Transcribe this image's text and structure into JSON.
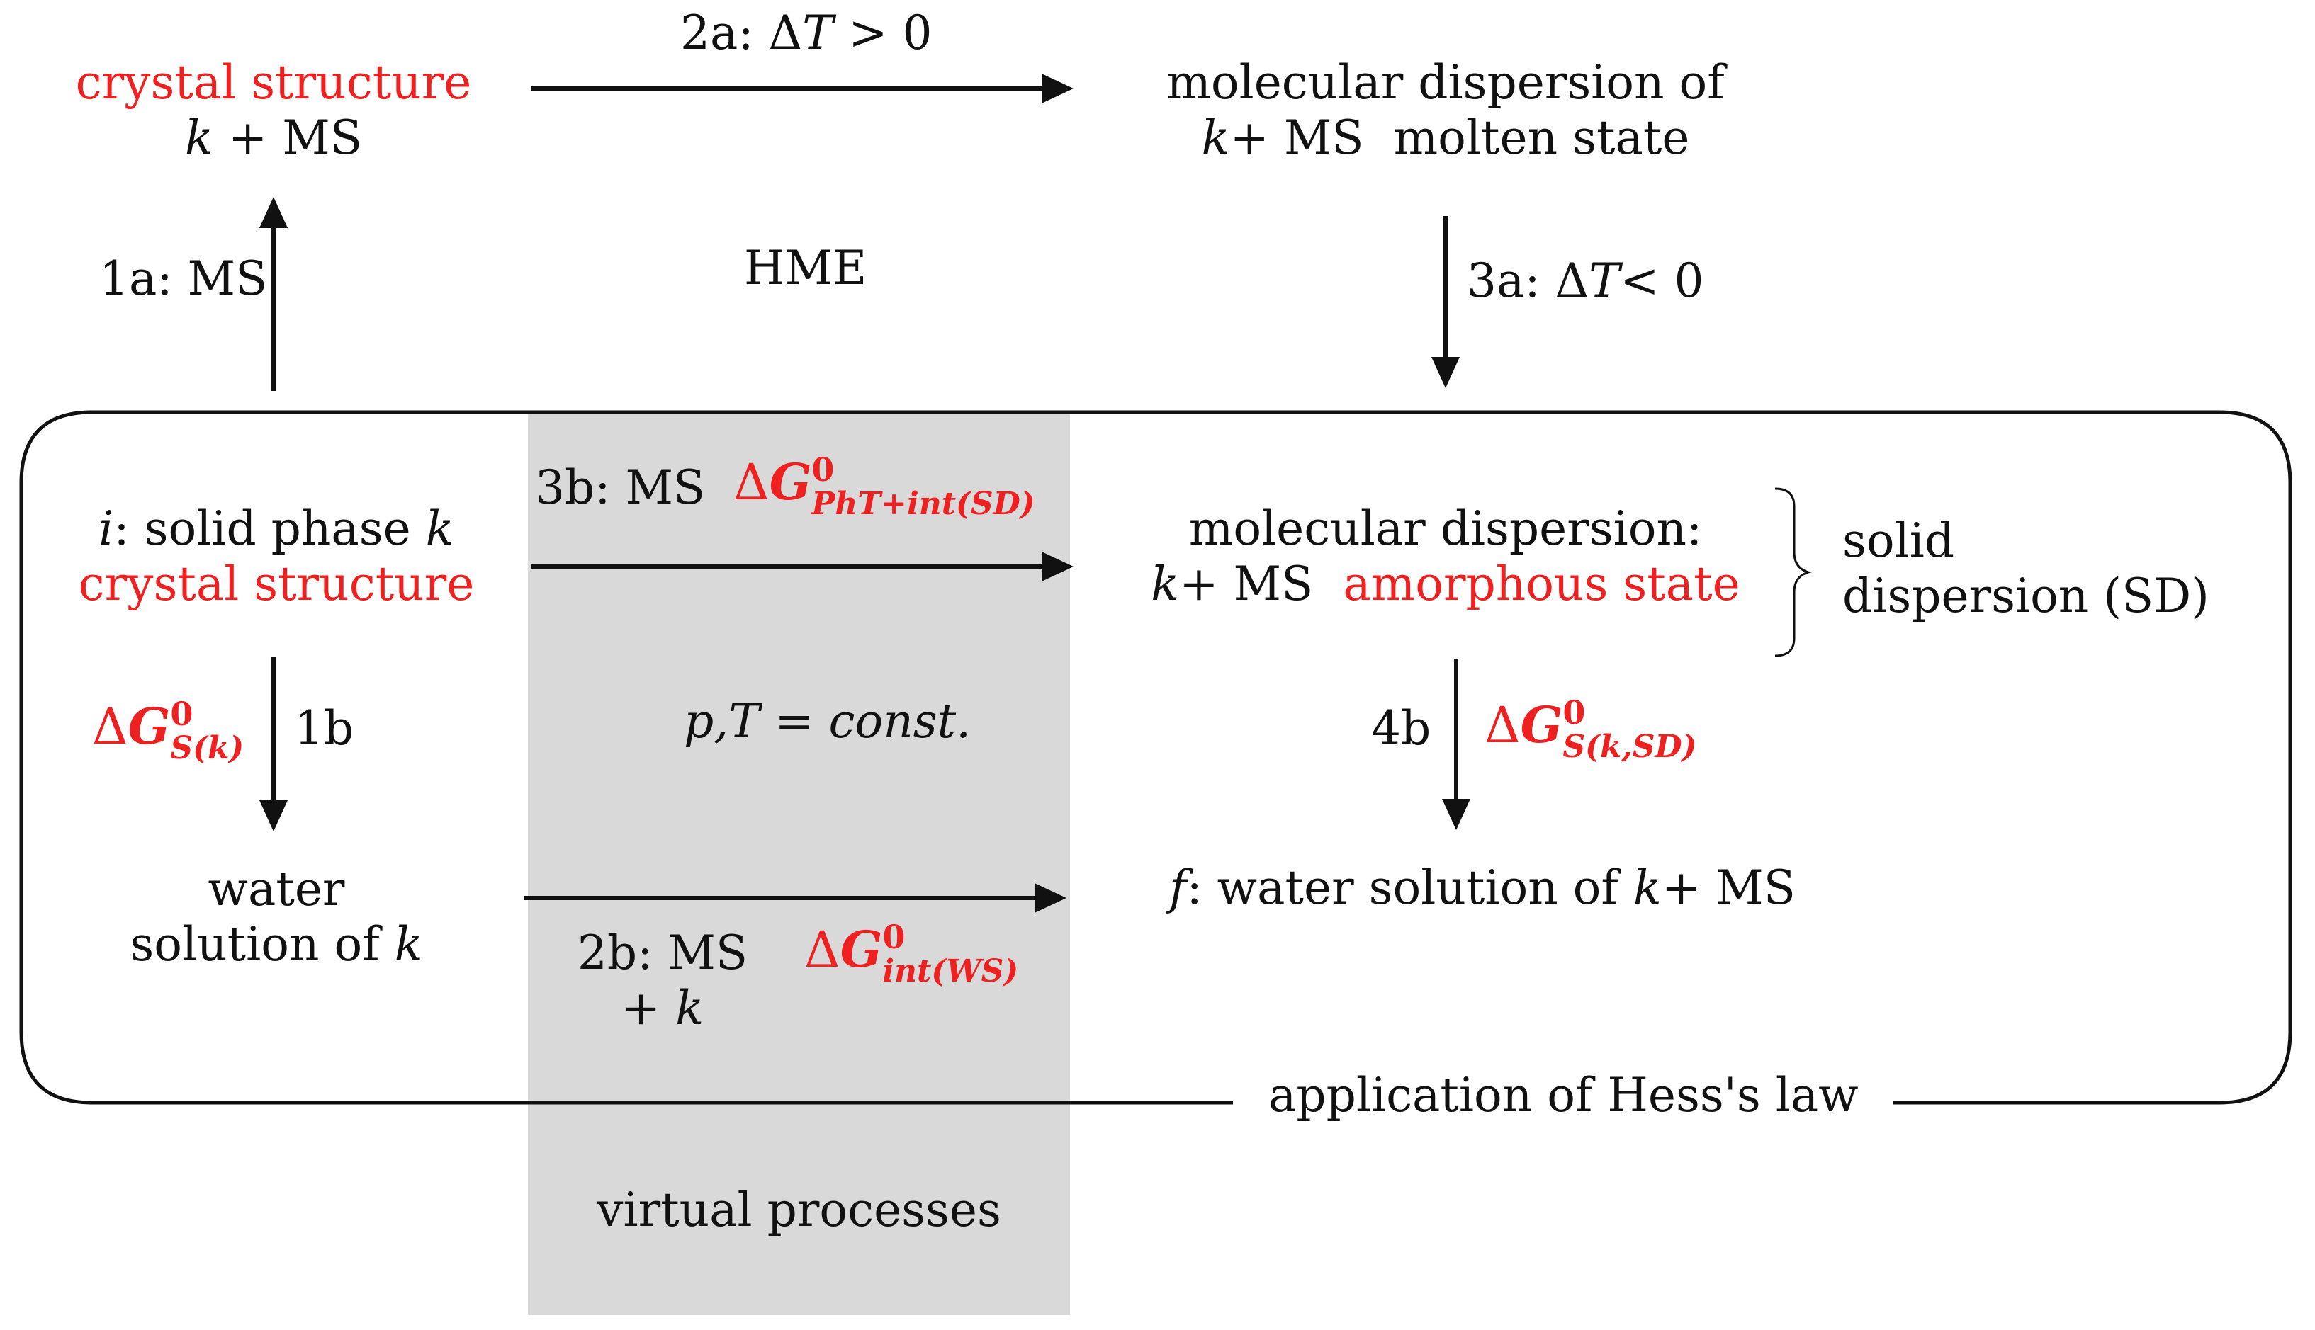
{
  "top_left": {
    "red_label": "crystal structure",
    "var": "k",
    "plus": "+ MS"
  },
  "arrow_2a": {
    "label": "2a: Δ",
    "var": "T",
    "cond": "> 0"
  },
  "top_right": {
    "line1": "molecular dispersion of",
    "var": "k",
    "line2": "+ MS  molten state"
  },
  "arrow_1a": {
    "label": "1a: MS"
  },
  "hme": {
    "label": "HME"
  },
  "arrow_3a": {
    "label": "3a: Δ",
    "var": "T",
    "cond": "< 0"
  },
  "state_i": {
    "var_i": "i",
    "text": ": solid phase ",
    "var_k": "k",
    "red_label": "crystal structure"
  },
  "arrow_3b": {
    "label": "3b: MS",
    "dg_base": "Δ",
    "dg_symbol": "G",
    "dg_sup": "0",
    "dg_sub": "PhT+int(SD)"
  },
  "state_sd": {
    "line1": "molecular dispersion:",
    "var": "k",
    "text": "+ MS  ",
    "red_label": "amorphous state"
  },
  "brace_label": {
    "line1": "solid",
    "line2": "dispersion (SD)"
  },
  "arrow_1b": {
    "label": "1b",
    "dg_base": "Δ",
    "dg_symbol": "G",
    "dg_sup": "0",
    "dg_sub": "S(k)"
  },
  "conditions": {
    "text": "p,T = const."
  },
  "arrow_4b": {
    "label": "4b",
    "dg_base": "Δ",
    "dg_symbol": "G",
    "dg_sup": "0",
    "dg_sub": "S(k,SD)"
  },
  "state_ws": {
    "line1": "water",
    "line2": "solution of ",
    "var": "k"
  },
  "arrow_2b": {
    "label": "2b: MS",
    "label2_plus": "+ ",
    "label2_var": "k",
    "dg_base": "Δ",
    "dg_symbol": "G",
    "dg_sup": "0",
    "dg_sub": "int(WS)"
  },
  "state_f": {
    "var": "f",
    "text": ": water solution of ",
    "var_k": "k",
    "text2": "+ MS"
  },
  "hess": {
    "label": "application of Hess's law"
  },
  "virtual": {
    "label": "virtual processes"
  },
  "colors": {
    "highlight": "#ee2020",
    "band": "#d9d9d9",
    "line": "#111111"
  }
}
